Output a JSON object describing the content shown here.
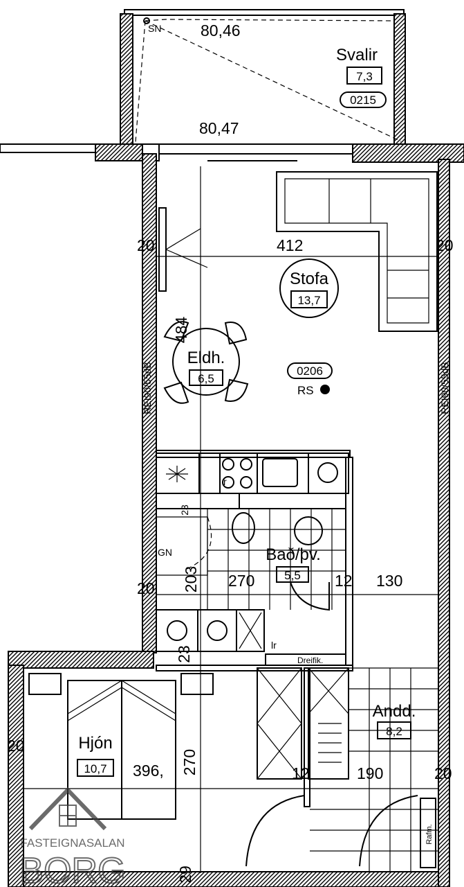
{
  "rooms": {
    "svalir": {
      "name": "Svalir",
      "area": "7,3",
      "code": "0215"
    },
    "stofa": {
      "name": "Stofa",
      "area": "13,7",
      "code": "0206"
    },
    "eldh": {
      "name": "Eldh.",
      "area": "6,5"
    },
    "bad": {
      "name": "Bað/þv.",
      "area": "5,5"
    },
    "hjon": {
      "name": "Hjón",
      "area": "10,7"
    },
    "andd": {
      "name": "Andd.",
      "area": "8,2"
    }
  },
  "dimensions": {
    "balcony_top": "80,46",
    "balcony_bottom": "80,47",
    "stofa_width": "412",
    "stofa_depth": "484",
    "left_wall_1": "20",
    "right_wall_1": "20",
    "left_wall_2": "20",
    "left_wall_3": "20",
    "right_wall_3": "20",
    "bath_width": "270",
    "bath_depth": "203",
    "wall_12_a": "12",
    "hall_width": "130",
    "wall_23_a": "23",
    "wall_23_b": "23",
    "hjon_width": "396,",
    "hjon_depth": "270",
    "wall_12_b": "12",
    "andd_width": "190",
    "bottom_wall": "29"
  },
  "annotations": {
    "sn_top": "SN",
    "sn_bath": "GN",
    "rs": "RS",
    "fire_rating_left": "REI90/55dB",
    "fire_rating_right": "REI90/55dB",
    "laundry": "lr",
    "dreifik": "Dreifik.",
    "rafm": "Rafm.",
    "kitchen_r": "r"
  },
  "watermark": {
    "line1": "FASTEIGNASALAN",
    "line2": "BORG"
  }
}
